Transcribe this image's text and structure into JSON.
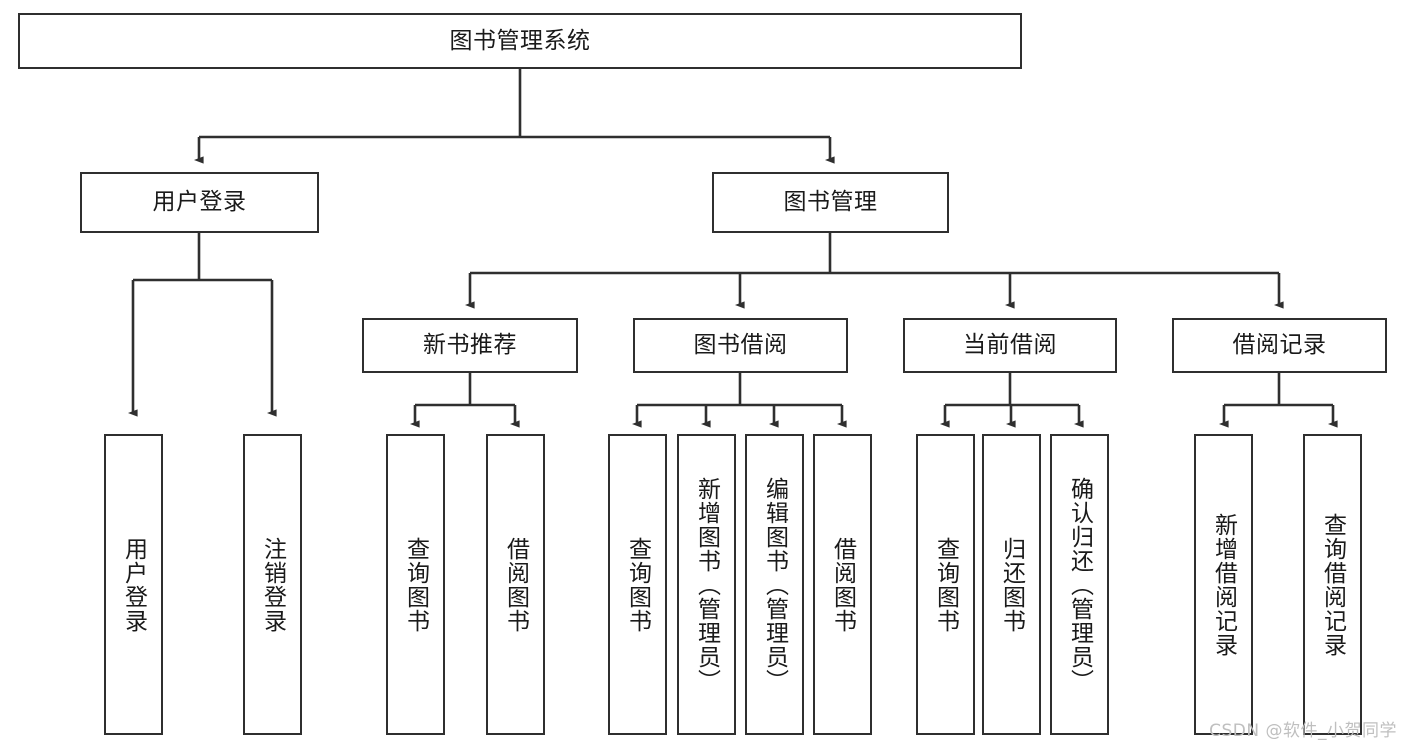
{
  "diagram": {
    "title": "图书管理系统",
    "type": "hierarchy-tree",
    "levels": 4,
    "root": {
      "id": "root",
      "label": "图书管理系统",
      "orientation": "horizontal"
    },
    "level2": [
      {
        "id": "user-login",
        "label": "用户登录",
        "orientation": "horizontal"
      },
      {
        "id": "book-management",
        "label": "图书管理",
        "orientation": "horizontal"
      }
    ],
    "level3": [
      {
        "id": "new-book-recommend",
        "label": "新书推荐",
        "orientation": "horizontal",
        "parent": "book-management"
      },
      {
        "id": "book-borrow",
        "label": "图书借阅",
        "orientation": "horizontal",
        "parent": "book-management"
      },
      {
        "id": "current-borrow",
        "label": "当前借阅",
        "orientation": "horizontal",
        "parent": "book-management"
      },
      {
        "id": "borrow-record",
        "label": "借阅记录",
        "orientation": "horizontal",
        "parent": "book-management"
      }
    ],
    "leaves": [
      {
        "id": "leaf-user-login",
        "label": "用户登录",
        "orientation": "vertical",
        "parent": "user-login"
      },
      {
        "id": "leaf-logout",
        "label": "注销登录",
        "orientation": "vertical",
        "parent": "user-login"
      },
      {
        "id": "leaf-query-book-1",
        "label": "查询图书",
        "orientation": "vertical",
        "parent": "new-book-recommend"
      },
      {
        "id": "leaf-borrow-book-1",
        "label": "借阅图书",
        "orientation": "vertical",
        "parent": "new-book-recommend"
      },
      {
        "id": "leaf-query-book-2",
        "label": "查询图书",
        "orientation": "vertical",
        "parent": "book-borrow"
      },
      {
        "id": "leaf-add-book",
        "label": "新增图书（管理员）",
        "orientation": "vertical",
        "parent": "book-borrow"
      },
      {
        "id": "leaf-edit-book",
        "label": "编辑图书（管理员）",
        "orientation": "vertical",
        "parent": "book-borrow"
      },
      {
        "id": "leaf-borrow-book-2",
        "label": "借阅图书",
        "orientation": "vertical",
        "parent": "book-borrow"
      },
      {
        "id": "leaf-query-book-3",
        "label": "查询图书",
        "orientation": "vertical",
        "parent": "current-borrow"
      },
      {
        "id": "leaf-return-book",
        "label": "归还图书",
        "orientation": "vertical",
        "parent": "current-borrow"
      },
      {
        "id": "leaf-confirm-return",
        "label": "确认归还（管理员）",
        "orientation": "vertical",
        "parent": "current-borrow"
      },
      {
        "id": "leaf-add-record",
        "label": "新增借阅记录",
        "orientation": "vertical",
        "parent": "borrow-record"
      },
      {
        "id": "leaf-query-record",
        "label": "查询借阅记录",
        "orientation": "vertical",
        "parent": "borrow-record"
      }
    ],
    "watermark": "CSDN @软件_小贺同学",
    "colors": {
      "stroke": "#2f2f2f",
      "fill": "#ffffff",
      "text": "#1a1a1a",
      "watermark": "#bfbfbf"
    }
  }
}
